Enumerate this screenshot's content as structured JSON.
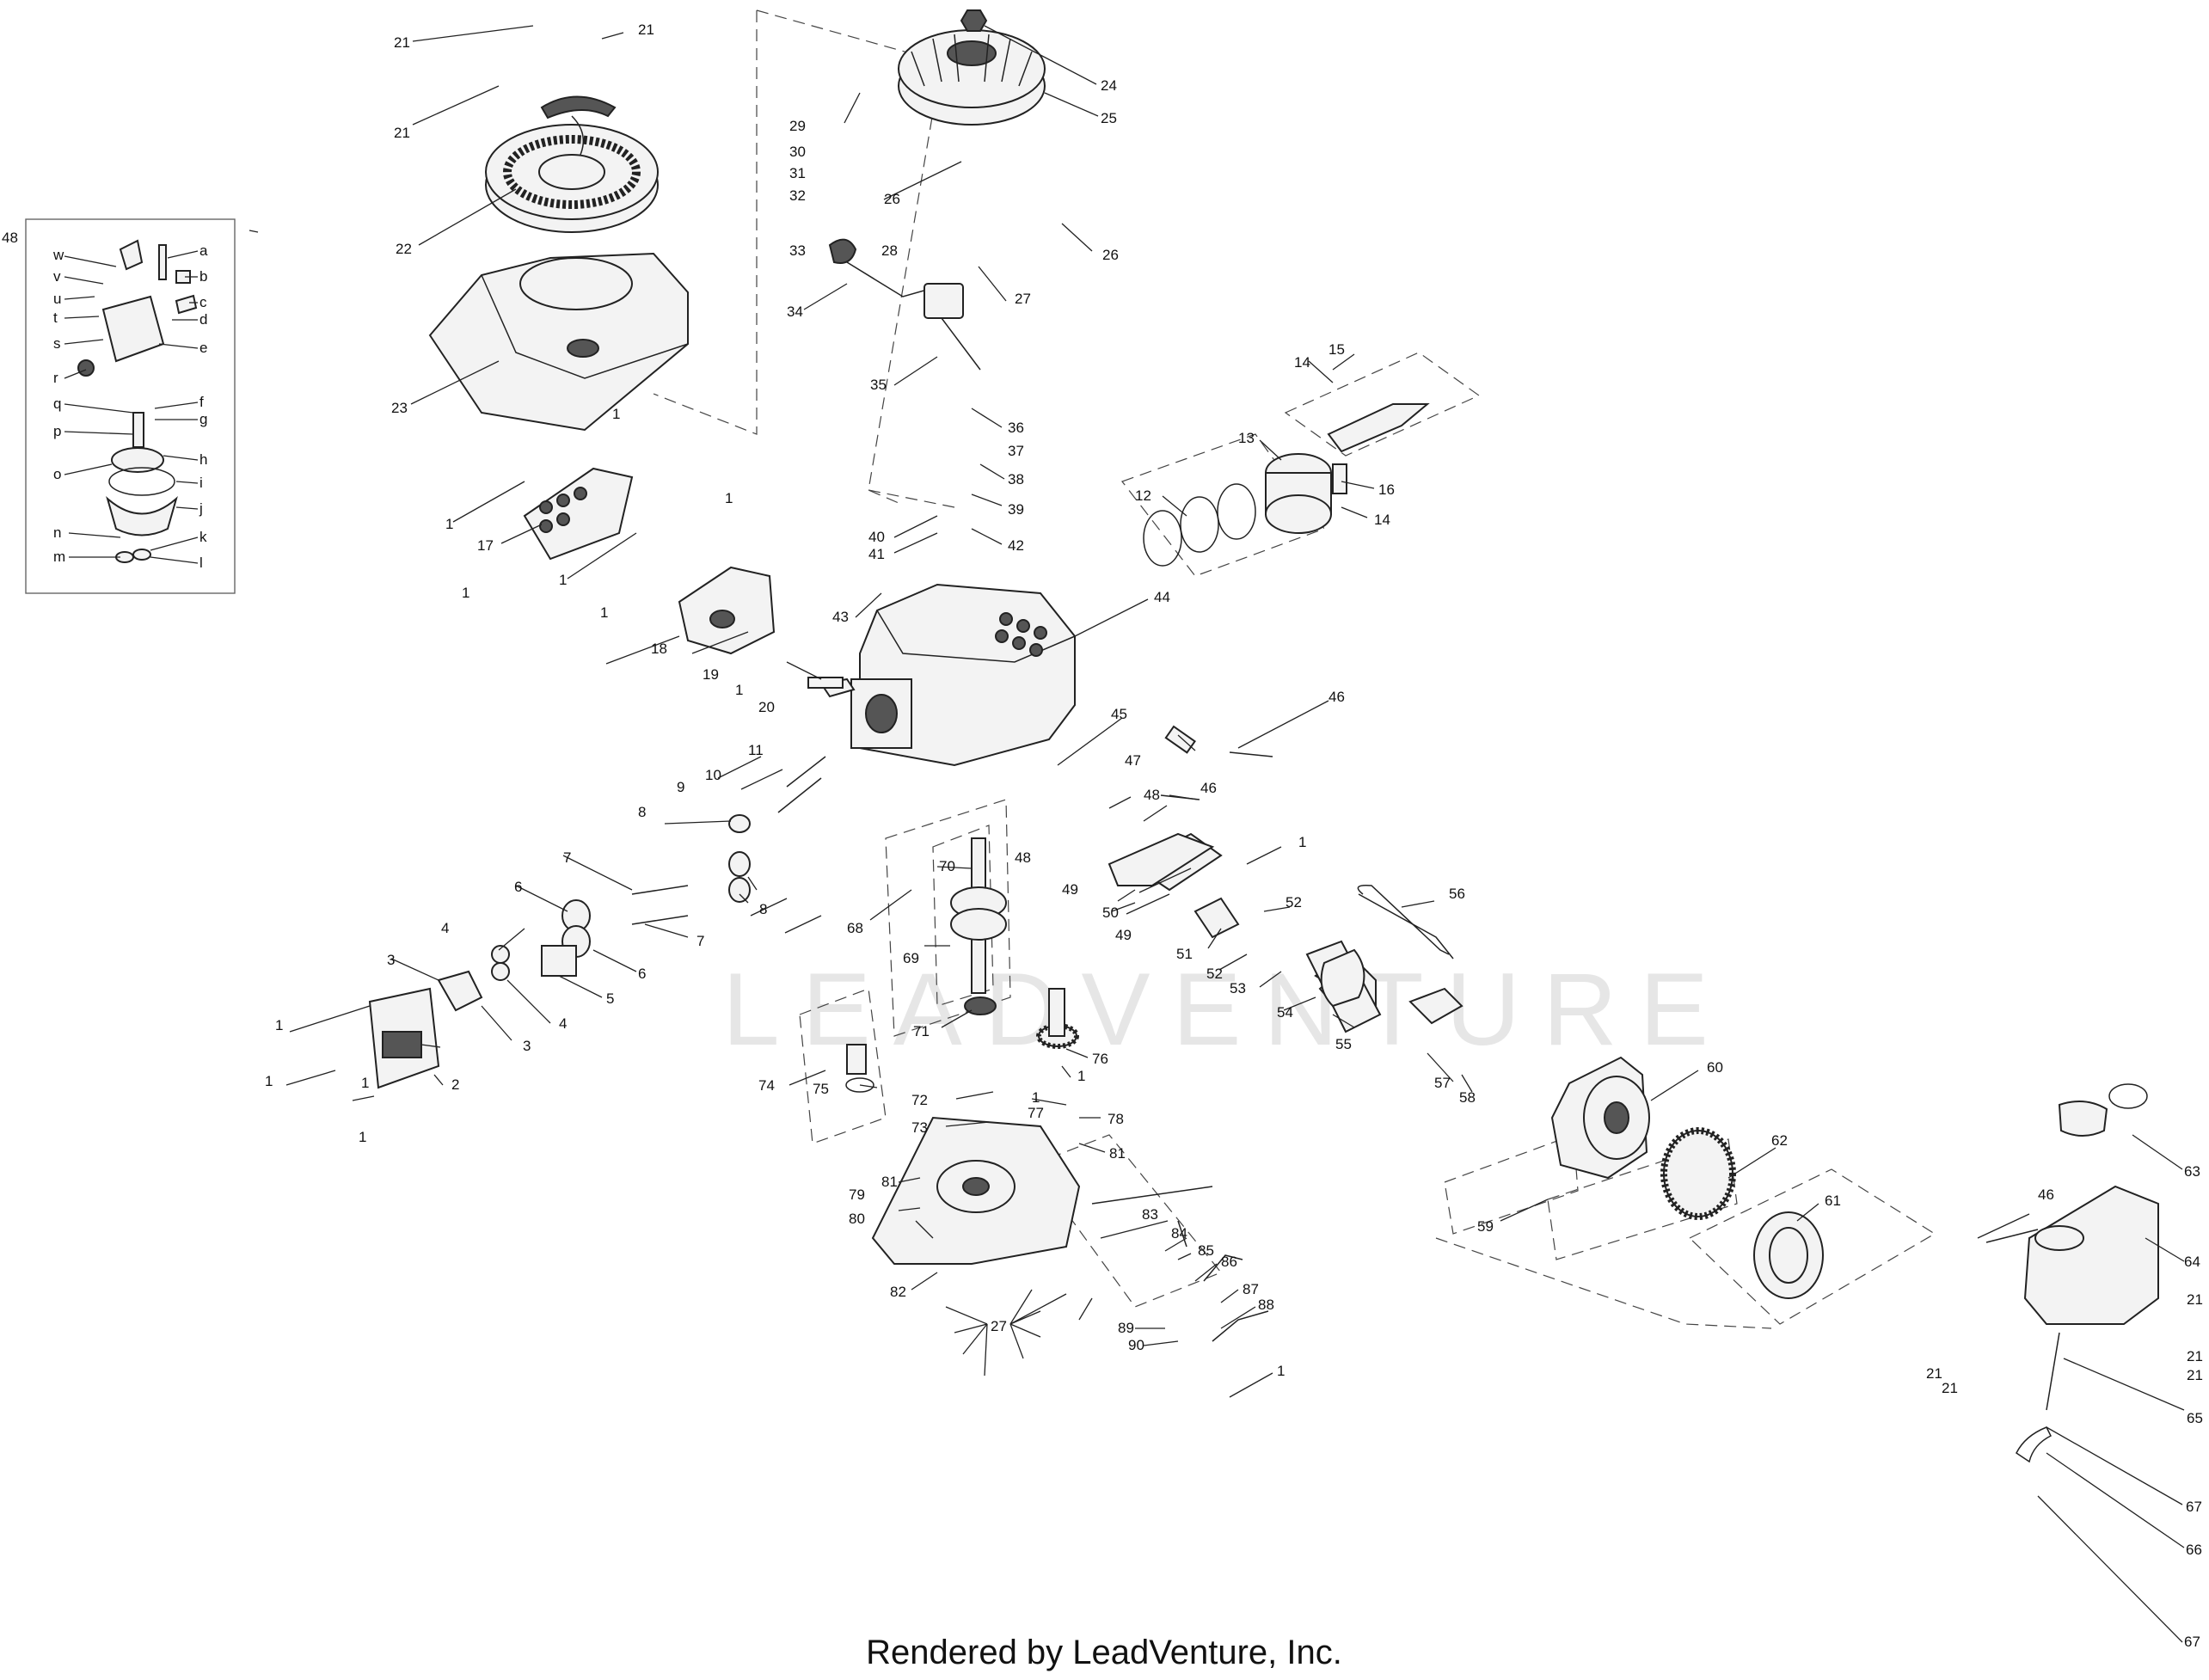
{
  "caption": "Rendered by LeadVenture, Inc.",
  "watermark": "LEADVENTURE",
  "callouts": [
    {
      "id": "c-21a",
      "text": "21"
    },
    {
      "id": "c-21b",
      "text": "21"
    },
    {
      "id": "c-21c",
      "text": "21"
    },
    {
      "id": "c-22",
      "text": "22"
    },
    {
      "id": "c-23",
      "text": "23"
    },
    {
      "id": "c-24",
      "text": "24"
    },
    {
      "id": "c-25",
      "text": "25"
    },
    {
      "id": "c-29",
      "text": "29"
    },
    {
      "id": "c-30",
      "text": "30"
    },
    {
      "id": "c-31",
      "text": "31"
    },
    {
      "id": "c-32",
      "text": "32"
    },
    {
      "id": "c-26a",
      "text": "26"
    },
    {
      "id": "c-26b",
      "text": "26"
    },
    {
      "id": "c-33",
      "text": "33"
    },
    {
      "id": "c-28",
      "text": "28"
    },
    {
      "id": "c-27a",
      "text": "27"
    },
    {
      "id": "c-34",
      "text": "34"
    },
    {
      "id": "c-35",
      "text": "35"
    },
    {
      "id": "c-36",
      "text": "36"
    },
    {
      "id": "c-37",
      "text": "37"
    },
    {
      "id": "c-38",
      "text": "38"
    },
    {
      "id": "c-39",
      "text": "39"
    },
    {
      "id": "c-40",
      "text": "40"
    },
    {
      "id": "c-41",
      "text": "41"
    },
    {
      "id": "c-42",
      "text": "42"
    },
    {
      "id": "c-43",
      "text": "43"
    },
    {
      "id": "c-44",
      "text": "44"
    },
    {
      "id": "c-15",
      "text": "15"
    },
    {
      "id": "c-14a",
      "text": "14"
    },
    {
      "id": "c-13",
      "text": "13"
    },
    {
      "id": "c-16",
      "text": "16"
    },
    {
      "id": "c-14b",
      "text": "14"
    },
    {
      "id": "c-12",
      "text": "12"
    },
    {
      "id": "c-1a",
      "text": "1"
    },
    {
      "id": "c-1b",
      "text": "1"
    },
    {
      "id": "c-17",
      "text": "17"
    },
    {
      "id": "c-1c",
      "text": "1"
    },
    {
      "id": "c-1d",
      "text": "1"
    },
    {
      "id": "c-1e",
      "text": "1"
    },
    {
      "id": "c-1f",
      "text": "1"
    },
    {
      "id": "c-18",
      "text": "18"
    },
    {
      "id": "c-19",
      "text": "19"
    },
    {
      "id": "c-1g",
      "text": "1"
    },
    {
      "id": "c-20",
      "text": "20"
    },
    {
      "id": "c-45",
      "text": "45"
    },
    {
      "id": "c-46a",
      "text": "46"
    },
    {
      "id": "c-47",
      "text": "47"
    },
    {
      "id": "c-46b",
      "text": "46"
    },
    {
      "id": "c-11",
      "text": "11"
    },
    {
      "id": "c-10",
      "text": "10"
    },
    {
      "id": "c-9",
      "text": "9"
    },
    {
      "id": "c-8a",
      "text": "8"
    },
    {
      "id": "c-8b",
      "text": "8"
    },
    {
      "id": "c-7a",
      "text": "7"
    },
    {
      "id": "c-7b",
      "text": "7"
    },
    {
      "id": "c-6a",
      "text": "6"
    },
    {
      "id": "c-6b",
      "text": "6"
    },
    {
      "id": "c-5",
      "text": "5"
    },
    {
      "id": "c-4a",
      "text": "4"
    },
    {
      "id": "c-4b",
      "text": "4"
    },
    {
      "id": "c-3a",
      "text": "3"
    },
    {
      "id": "c-3b",
      "text": "3"
    },
    {
      "id": "c-2",
      "text": "2"
    },
    {
      "id": "c-1h",
      "text": "1"
    },
    {
      "id": "c-1i",
      "text": "1"
    },
    {
      "id": "c-1j",
      "text": "1"
    },
    {
      "id": "c-1k",
      "text": "1"
    },
    {
      "id": "c-48a",
      "text": "48"
    },
    {
      "id": "c-48b",
      "text": "48"
    },
    {
      "id": "c-48c",
      "text": "48"
    },
    {
      "id": "c-49a",
      "text": "49"
    },
    {
      "id": "c-50",
      "text": "50"
    },
    {
      "id": "c-49b",
      "text": "49"
    },
    {
      "id": "c-1l",
      "text": "1"
    },
    {
      "id": "c-51",
      "text": "51"
    },
    {
      "id": "c-52a",
      "text": "52"
    },
    {
      "id": "c-52b",
      "text": "52"
    },
    {
      "id": "c-53",
      "text": "53"
    },
    {
      "id": "c-54",
      "text": "54"
    },
    {
      "id": "c-55",
      "text": "55"
    },
    {
      "id": "c-56",
      "text": "56"
    },
    {
      "id": "c-57",
      "text": "57"
    },
    {
      "id": "c-58",
      "text": "58"
    },
    {
      "id": "c-59",
      "text": "59"
    },
    {
      "id": "c-60",
      "text": "60"
    },
    {
      "id": "c-61",
      "text": "61"
    },
    {
      "id": "c-62",
      "text": "62"
    },
    {
      "id": "c-63",
      "text": "63"
    },
    {
      "id": "c-64",
      "text": "64"
    },
    {
      "id": "c-46c",
      "text": "46"
    },
    {
      "id": "c-21d",
      "text": "21"
    },
    {
      "id": "c-21e",
      "text": "21"
    },
    {
      "id": "c-21f",
      "text": "21"
    },
    {
      "id": "c-21g",
      "text": "21"
    },
    {
      "id": "c-21h",
      "text": "21"
    },
    {
      "id": "c-65",
      "text": "65"
    },
    {
      "id": "c-67a",
      "text": "67"
    },
    {
      "id": "c-66",
      "text": "66"
    },
    {
      "id": "c-67b",
      "text": "67"
    },
    {
      "id": "c-68",
      "text": "68"
    },
    {
      "id": "c-69",
      "text": "69"
    },
    {
      "id": "c-70",
      "text": "70"
    },
    {
      "id": "c-71",
      "text": "71"
    },
    {
      "id": "c-76",
      "text": "76"
    },
    {
      "id": "c-74",
      "text": "74"
    },
    {
      "id": "c-75",
      "text": "75"
    },
    {
      "id": "c-72",
      "text": "72"
    },
    {
      "id": "c-73",
      "text": "73"
    },
    {
      "id": "c-77",
      "text": "77"
    },
    {
      "id": "c-1m",
      "text": "1"
    },
    {
      "id": "c-1n",
      "text": "1"
    },
    {
      "id": "c-78",
      "text": "78"
    },
    {
      "id": "c-81a",
      "text": "81"
    },
    {
      "id": "c-81b",
      "text": "81"
    },
    {
      "id": "c-79",
      "text": "79"
    },
    {
      "id": "c-80",
      "text": "80"
    },
    {
      "id": "c-82",
      "text": "82"
    },
    {
      "id": "c-83",
      "text": "83"
    },
    {
      "id": "c-84",
      "text": "84"
    },
    {
      "id": "c-85",
      "text": "85"
    },
    {
      "id": "c-86",
      "text": "86"
    },
    {
      "id": "c-87",
      "text": "87"
    },
    {
      "id": "c-88",
      "text": "88"
    },
    {
      "id": "c-89",
      "text": "89"
    },
    {
      "id": "c-90",
      "text": "90"
    },
    {
      "id": "c-27b",
      "text": "27"
    },
    {
      "id": "c-1o",
      "text": "1"
    },
    {
      "id": "c-48k",
      "text": "48"
    },
    {
      "id": "k-a",
      "text": "a"
    },
    {
      "id": "k-b",
      "text": "b"
    },
    {
      "id": "k-c",
      "text": "c"
    },
    {
      "id": "k-d",
      "text": "d"
    },
    {
      "id": "k-e",
      "text": "e"
    },
    {
      "id": "k-f",
      "text": "f"
    },
    {
      "id": "k-g",
      "text": "g"
    },
    {
      "id": "k-h",
      "text": "h"
    },
    {
      "id": "k-i",
      "text": "i"
    },
    {
      "id": "k-j",
      "text": "j"
    },
    {
      "id": "k-k",
      "text": "k"
    },
    {
      "id": "k-l",
      "text": "l"
    },
    {
      "id": "k-m",
      "text": "m"
    },
    {
      "id": "k-n",
      "text": "n"
    },
    {
      "id": "k-o",
      "text": "o"
    },
    {
      "id": "k-p",
      "text": "p"
    },
    {
      "id": "k-q",
      "text": "q"
    },
    {
      "id": "k-r",
      "text": "r"
    },
    {
      "id": "k-s",
      "text": "s"
    },
    {
      "id": "k-t",
      "text": "t"
    },
    {
      "id": "k-u",
      "text": "u"
    },
    {
      "id": "k-v",
      "text": "v"
    },
    {
      "id": "k-w",
      "text": "w"
    }
  ]
}
